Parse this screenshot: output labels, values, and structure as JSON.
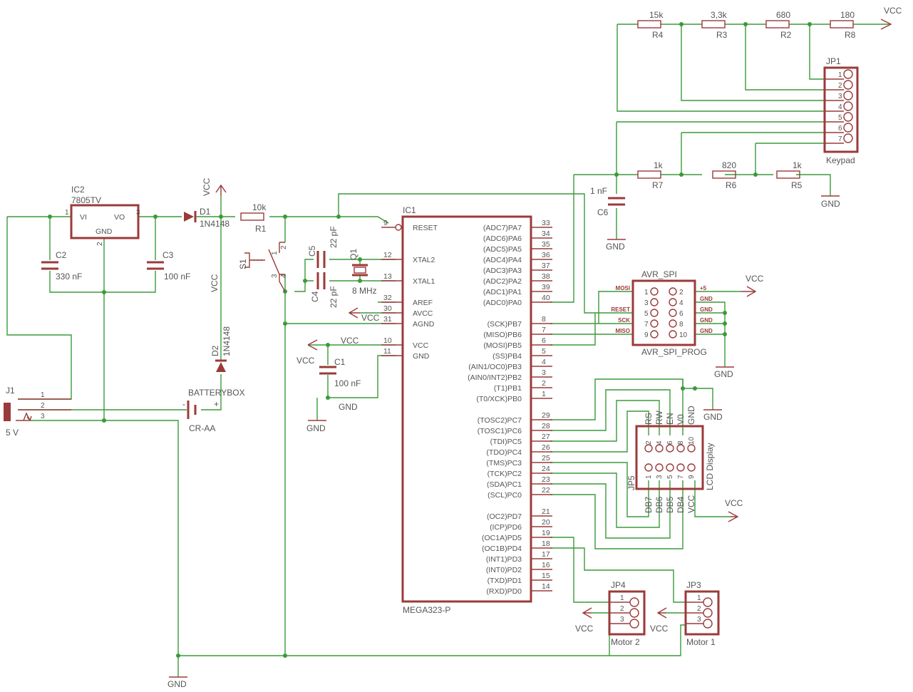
{
  "components": {
    "ic2": {
      "ref": "IC2",
      "part": "7805TV",
      "vi": "VI",
      "vo": "VO",
      "gnd": "GND",
      "p1": "1",
      "p2": "2",
      "p3": "3"
    },
    "d1": {
      "ref": "D1",
      "part": "1N4148"
    },
    "d2": {
      "ref": "D2",
      "part": "1N4148"
    },
    "r1": {
      "ref": "R1",
      "value": "10k"
    },
    "c2": {
      "ref": "C2",
      "value": "330 nF"
    },
    "c3": {
      "ref": "C3",
      "value": "100 nF"
    },
    "c1": {
      "ref": "C1",
      "value": "100 nF"
    },
    "c4": {
      "ref": "C4",
      "value": "22 pF"
    },
    "c5": {
      "ref": "C5",
      "value": "22 pF"
    },
    "c6": {
      "ref": "C6",
      "value": "1 nF"
    },
    "q1": {
      "ref": "Q1",
      "value": "8 MHz"
    },
    "s1": {
      "ref": "S1",
      "p1": "1",
      "p2": "2",
      "p3": "3",
      "p4": "4"
    },
    "j1": {
      "ref": "J1",
      "value": "5 V",
      "p1": "1",
      "p2": "2",
      "p3": "3"
    },
    "battery": {
      "ref": "BATTERYBOX",
      "value": "CR-AA"
    },
    "ic1": {
      "ref": "IC1",
      "part": "MEGA323-P"
    },
    "jp1": {
      "ref": "JP1",
      "name": "Keypad"
    },
    "jp3": {
      "ref": "JP3",
      "name": "Motor 1"
    },
    "jp4": {
      "ref": "JP4",
      "name": "Motor 2"
    },
    "jp5": {
      "ref": "JP5",
      "name": "LCD Display"
    },
    "avr": {
      "ref": "AVR_SPI",
      "name": "AVR_SPI_PROG"
    },
    "r2": {
      "ref": "R2",
      "value": "680"
    },
    "r3": {
      "ref": "R3",
      "value": "3,3k"
    },
    "r4": {
      "ref": "R4",
      "value": "15k"
    },
    "r5": {
      "ref": "R5",
      "value": "1k"
    },
    "r6": {
      "ref": "R6",
      "value": "820"
    },
    "r7": {
      "ref": "R7",
      "value": "1k"
    },
    "r8": {
      "ref": "R8",
      "value": "180"
    }
  },
  "nets": {
    "vcc": "VCC",
    "gnd": "GND"
  },
  "ic1_left_pins": [
    {
      "num": "9",
      "name": "RESET"
    },
    {
      "num": "12",
      "name": "XTAL2"
    },
    {
      "num": "13",
      "name": "XTAL1"
    },
    {
      "num": "32",
      "name": "AREF"
    },
    {
      "num": "30",
      "name": "AVCC"
    },
    {
      "num": "31",
      "name": "AGND"
    },
    {
      "num": "10",
      "name": "VCC"
    },
    {
      "num": "11",
      "name": "GND"
    }
  ],
  "ic1_right_pins": [
    {
      "num": "33",
      "name": "(ADC7)PA7"
    },
    {
      "num": "34",
      "name": "(ADC6)PA6"
    },
    {
      "num": "35",
      "name": "(ADC5)PA5"
    },
    {
      "num": "36",
      "name": "(ADC4)PA4"
    },
    {
      "num": "37",
      "name": "(ADC3)PA3"
    },
    {
      "num": "38",
      "name": "(ADC2)PA2"
    },
    {
      "num": "39",
      "name": "(ADC1)PA1"
    },
    {
      "num": "40",
      "name": "(ADC0)PA0"
    },
    {
      "num": "8",
      "name": "(SCK)PB7"
    },
    {
      "num": "7",
      "name": "(MISO)PB6"
    },
    {
      "num": "6",
      "name": "(MOSI)PB5"
    },
    {
      "num": "5",
      "name": "(SS)PB4"
    },
    {
      "num": "4",
      "name": "(AIN1/OC0)PB3"
    },
    {
      "num": "3",
      "name": "(AIN0/INT2)PB2"
    },
    {
      "num": "2",
      "name": "(T1)PB1"
    },
    {
      "num": "1",
      "name": "(T0/XCK)PB0"
    },
    {
      "num": "29",
      "name": "(TOSC2)PC7"
    },
    {
      "num": "28",
      "name": "(TOSC1)PC6"
    },
    {
      "num": "27",
      "name": "(TDI)PC5"
    },
    {
      "num": "26",
      "name": "(TDO)PC4"
    },
    {
      "num": "25",
      "name": "(TMS)PC3"
    },
    {
      "num": "24",
      "name": "(TCK)PC2"
    },
    {
      "num": "23",
      "name": "(SDA)PC1"
    },
    {
      "num": "22",
      "name": "(SCL)PC0"
    },
    {
      "num": "21",
      "name": "(OC2)PD7"
    },
    {
      "num": "20",
      "name": "(ICP)PD6"
    },
    {
      "num": "19",
      "name": "(OC1A)PD5"
    },
    {
      "num": "18",
      "name": "(OC1B)PD4"
    },
    {
      "num": "17",
      "name": "(INT1)PD3"
    },
    {
      "num": "16",
      "name": "(INT0)PD2"
    },
    {
      "num": "15",
      "name": "(TXD)PD1"
    },
    {
      "num": "14",
      "name": "(RXD)PD0"
    }
  ],
  "keypad_pins": [
    "1",
    "2",
    "3",
    "4",
    "5",
    "6",
    "7"
  ],
  "motor_pins": [
    "1",
    "2",
    "3"
  ],
  "avr_left": [
    {
      "num": "1",
      "sig": "MOSI"
    },
    {
      "num": "3",
      "sig": ""
    },
    {
      "num": "5",
      "sig": "RESET"
    },
    {
      "num": "7",
      "sig": "SCK"
    },
    {
      "num": "9",
      "sig": "MISO"
    }
  ],
  "avr_right": [
    {
      "num": "2",
      "sig": "+5"
    },
    {
      "num": "4",
      "sig": "GND"
    },
    {
      "num": "6",
      "sig": "GND"
    },
    {
      "num": "8",
      "sig": "GND"
    },
    {
      "num": "10",
      "sig": "GND"
    }
  ],
  "lcd_top": [
    {
      "num": "2",
      "sig": "RS"
    },
    {
      "num": "4",
      "sig": "RW"
    },
    {
      "num": "6",
      "sig": "EN"
    },
    {
      "num": "8",
      "sig": "V0"
    },
    {
      "num": "10",
      "sig": "GND"
    }
  ],
  "lcd_bottom": [
    {
      "num": "1",
      "sig": "DB7"
    },
    {
      "num": "3",
      "sig": "DB6"
    },
    {
      "num": "5",
      "sig": "DB5"
    },
    {
      "num": "7",
      "sig": "DB4"
    },
    {
      "num": "9",
      "sig": "VCC"
    }
  ]
}
